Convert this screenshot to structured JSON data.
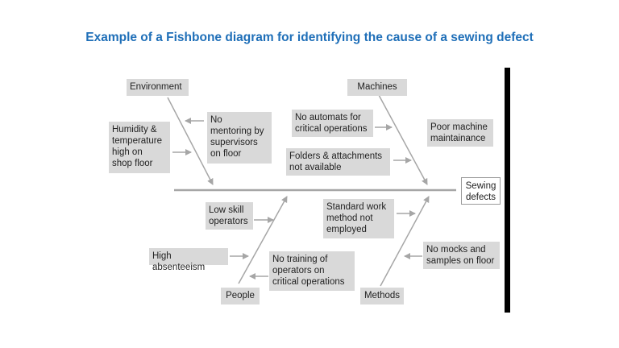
{
  "title": "Example of a Fishbone diagram for identifying the cause of a sewing defect",
  "categories": {
    "environment": "Environment",
    "machines": "Machines",
    "people": "People",
    "methods": "Methods"
  },
  "effect": "Sewing\ndefects",
  "causes": {
    "no_mentoring": "No\nmentoring by\nsupervisors\non floor",
    "humidity": "Humidity &\ntemperature\nhigh on\nshop floor",
    "no_automats": "No automats for\ncritical operations",
    "poor_maintenance": "Poor machine\nmaintainance",
    "folders": "Folders & attachments\nnot available",
    "low_skill": "Low skill\noperators",
    "high_absenteeism": "High absenteeism",
    "no_training": "No training of\noperators on\ncritical operations",
    "standard_work": "Standard work\nmethod not\nemployed",
    "no_mocks": "No mocks and\nsamples on floor"
  },
  "colors": {
    "title": "#1f6fb8",
    "box": "#d9d9d9",
    "line": "#a6a6a6",
    "bar": "#000000"
  }
}
